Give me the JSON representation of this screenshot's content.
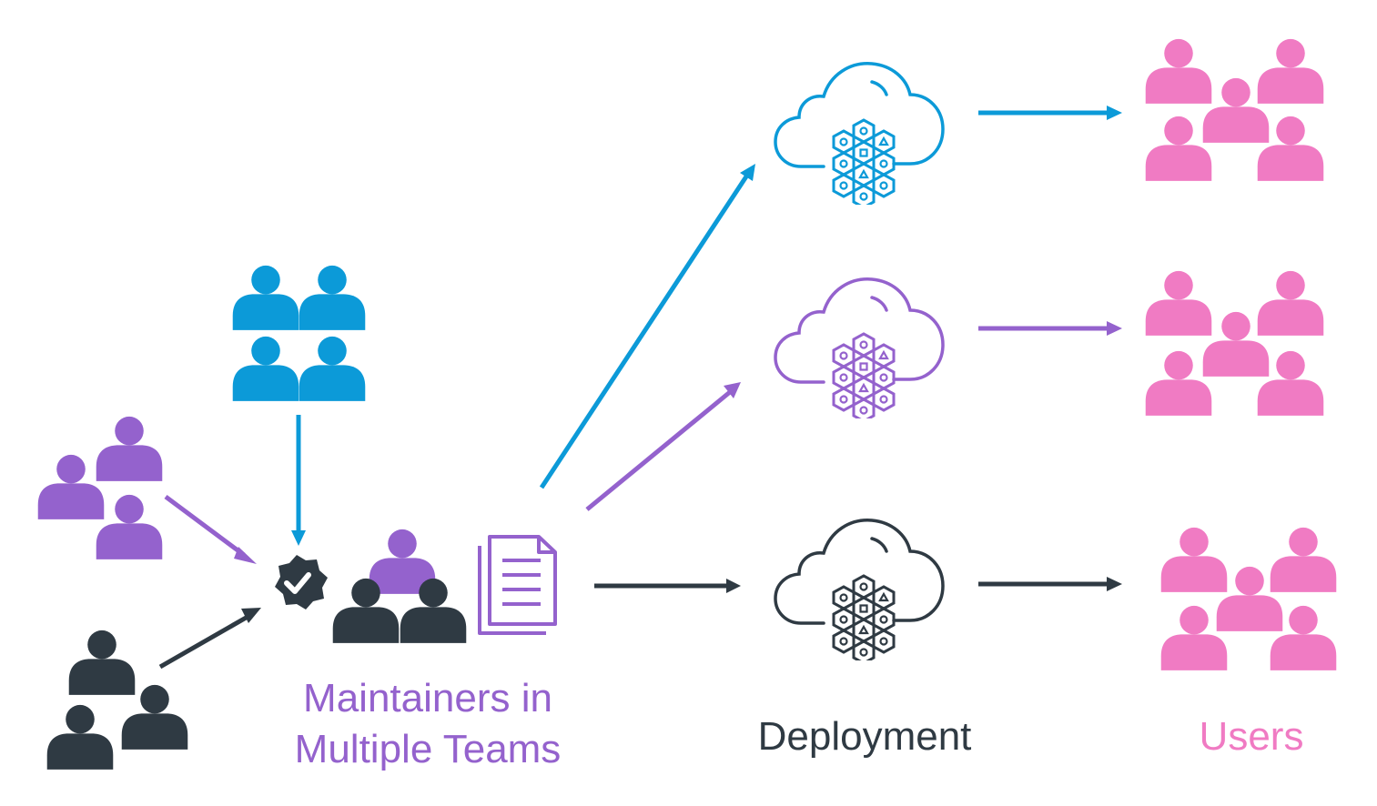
{
  "labels": {
    "maintainers_line1": "Maintainers in",
    "maintainers_line2": "Multiple Teams",
    "deployment": "Deployment",
    "users": "Users"
  },
  "colors": {
    "blue": "#0c9ad8",
    "purple": "#9462cd",
    "dark": "#2f3a43",
    "pink": "#f07bc3",
    "label_purple": "#9462cd",
    "label_dark": "#2f3a43",
    "label_pink": "#f07bc3"
  },
  "icons": {
    "team": "people-group-icon",
    "badge": "verified-badge-icon",
    "document": "documents-icon",
    "cloud": "cloud-cluster-icon"
  }
}
